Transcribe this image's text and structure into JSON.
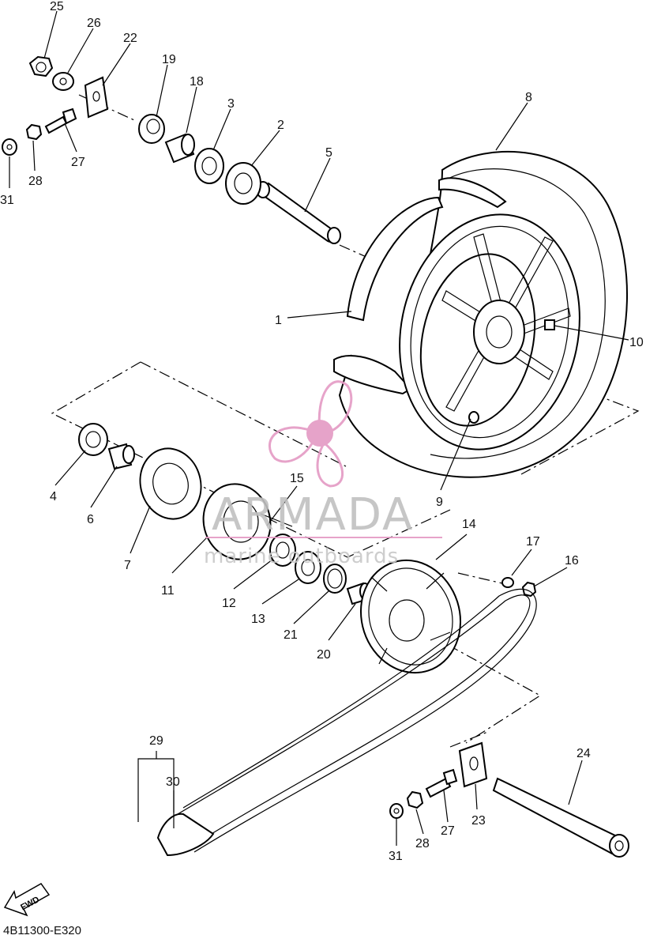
{
  "diagram": {
    "diagram_code": "4B11300-E320",
    "fwd_label": "FWD",
    "watermark": {
      "brand": "ARMADA",
      "tagline": "marine outboards"
    },
    "part_labels": [
      {
        "id": "p25a",
        "text": "25"
      },
      {
        "id": "p26a",
        "text": "26"
      },
      {
        "id": "p22",
        "text": "22"
      },
      {
        "id": "p19",
        "text": "19"
      },
      {
        "id": "p18",
        "text": "18"
      },
      {
        "id": "p3",
        "text": "3"
      },
      {
        "id": "p2",
        "text": "2"
      },
      {
        "id": "p5",
        "text": "5"
      },
      {
        "id": "p8",
        "text": "8"
      },
      {
        "id": "p31a",
        "text": "31"
      },
      {
        "id": "p28a",
        "text": "28"
      },
      {
        "id": "p27a",
        "text": "27"
      },
      {
        "id": "p1",
        "text": "1"
      },
      {
        "id": "p10",
        "text": "10"
      },
      {
        "id": "p4",
        "text": "4"
      },
      {
        "id": "p6",
        "text": "6"
      },
      {
        "id": "p7",
        "text": "7"
      },
      {
        "id": "p15",
        "text": "15"
      },
      {
        "id": "p9",
        "text": "9"
      },
      {
        "id": "p14",
        "text": "14"
      },
      {
        "id": "p17",
        "text": "17"
      },
      {
        "id": "p16",
        "text": "16"
      },
      {
        "id": "p11",
        "text": "11"
      },
      {
        "id": "p12",
        "text": "12"
      },
      {
        "id": "p13",
        "text": "13"
      },
      {
        "id": "p21",
        "text": "21"
      },
      {
        "id": "p20",
        "text": "20"
      },
      {
        "id": "p29",
        "text": "29"
      },
      {
        "id": "p30",
        "text": "30"
      },
      {
        "id": "p24",
        "text": "24"
      },
      {
        "id": "p23",
        "text": "23"
      },
      {
        "id": "p27b",
        "text": "27"
      },
      {
        "id": "p28b",
        "text": "28"
      },
      {
        "id": "p31b",
        "text": "31"
      }
    ]
  }
}
